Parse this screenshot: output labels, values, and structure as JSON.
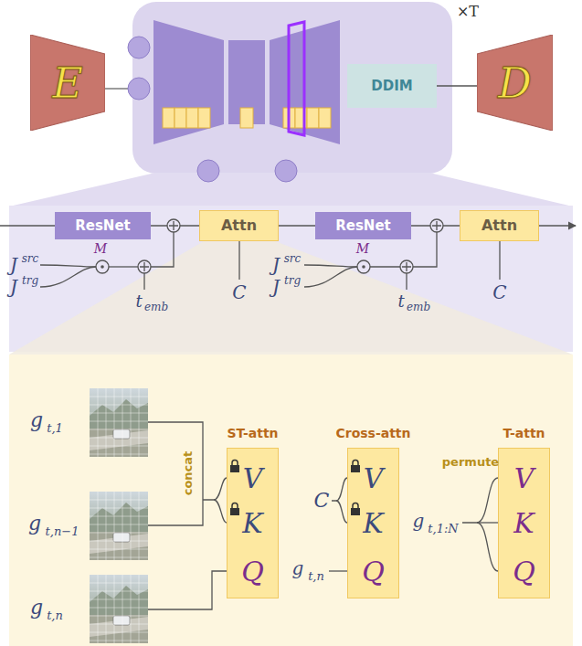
{
  "diagram": {
    "nodes": [
      {
        "text": [
          "E"
        ]
      },
      {
        "text": [
          "DDIM"
        ]
      },
      {
        "text": [
          "D"
        ]
      },
      {
        "text": [
          "ResNet"
        ]
      },
      {
        "text": [
          "Attn"
        ]
      },
      {
        "text": [
          "ResNet"
        ]
      },
      {
        "text": [
          "Attn"
        ]
      },
      {
        "text": [
          "ST-attn",
          "V",
          "K",
          "Q"
        ]
      },
      {
        "text": [
          "Cross-attn",
          "V",
          "K",
          "Q"
        ]
      },
      {
        "text": [
          "T-attn",
          "V",
          "K",
          "Q"
        ]
      }
    ],
    "edges": [
      {
        "from": 1,
        "to": 2,
        "arrow": "none"
      },
      {
        "from": 3,
        "to": 4,
        "arrow": "none"
      },
      {
        "from": 4,
        "to": 5,
        "arrow": "none"
      },
      {
        "from": 5,
        "to": 6,
        "arrow": "none"
      }
    ],
    "labels": [
      "×T",
      "J",
      "src",
      "J",
      "trg",
      "M",
      "t",
      "emb",
      "C",
      "J",
      "src",
      "J",
      "trg",
      "M",
      "t",
      "emb",
      "C",
      "g",
      "t,1",
      "concat",
      "g",
      "t,n−1",
      "g",
      "t,n",
      "C",
      "g",
      "t,n",
      "permute",
      "g",
      "t,1:N"
    ]
  }
}
